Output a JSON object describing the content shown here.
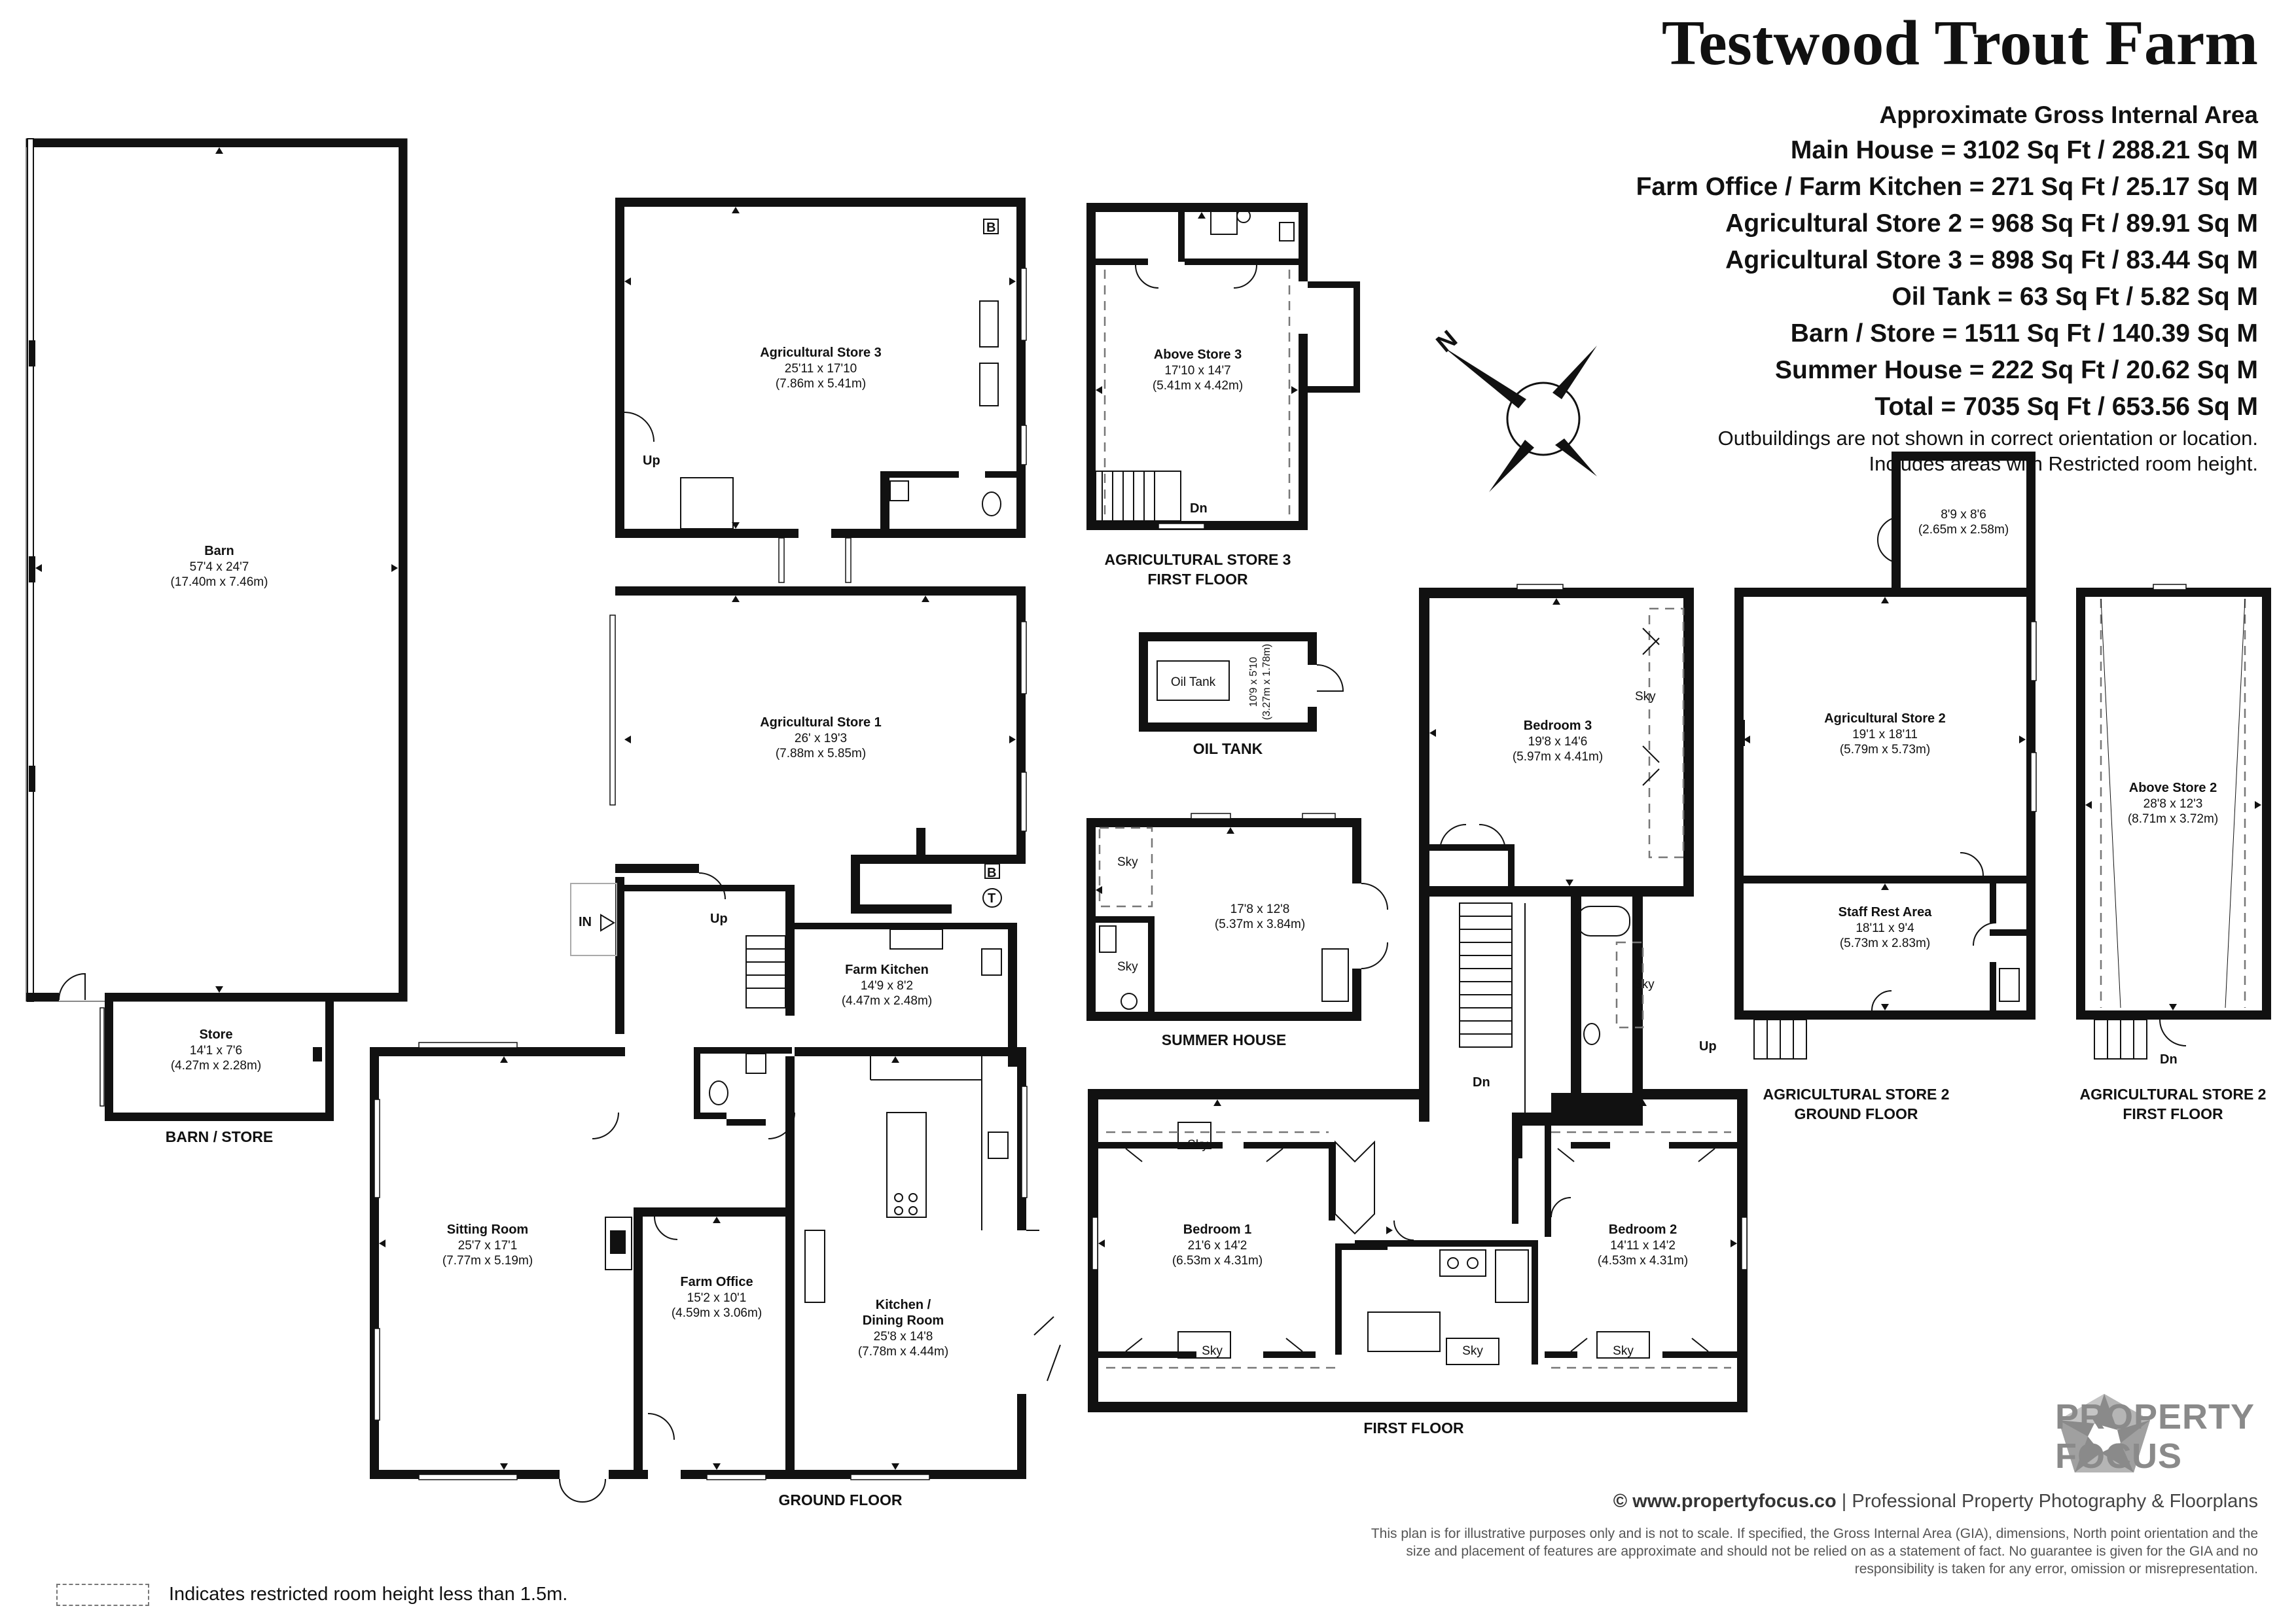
{
  "title": "Testwood Trout Farm",
  "area_heading": "Approximate Gross Internal Area",
  "areas": [
    "Main House = 3102 Sq Ft / 288.21 Sq M",
    "Farm Office / Farm Kitchen = 271 Sq Ft / 25.17 Sq M",
    "Agricultural Store 2 = 968 Sq Ft / 89.91 Sq M",
    "Agricultural Store 3 = 898 Sq Ft / 83.44 Sq M",
    "Oil Tank = 63 Sq Ft / 5.82 Sq M",
    "Barn / Store = 1511 Sq Ft / 140.39 Sq M",
    "Summer House = 222 Sq Ft / 20.62 Sq M",
    "Total = 7035 Sq Ft / 653.56 Sq M"
  ],
  "notes": [
    "Outbuildings are not shown in correct orientation or location.",
    "Includes areas with Restricted room height."
  ],
  "compass_label": "N",
  "rooms": {
    "barn": {
      "name": "Barn",
      "dim1": "57'4 x 24'7",
      "dim2": "(17.40m x 7.46m)"
    },
    "store": {
      "name": "Store",
      "dim1": "14'1 x 7'6",
      "dim2": "(4.27m x 2.28m)"
    },
    "ag3": {
      "name": "Agricultural Store 3",
      "dim1": "25'11 x 17'10",
      "dim2": "(7.86m x 5.41m)"
    },
    "above3": {
      "name": "Above Store 3",
      "dim1": "17'10 x 14'7",
      "dim2": "(5.41m x 4.42m)"
    },
    "ag1": {
      "name": "Agricultural Store 1",
      "dim1": "26' x 19'3",
      "dim2": "(7.88m x 5.85m)"
    },
    "oiltank": {
      "name": "Oil Tank",
      "dim1": "10'9 x 5'10",
      "dim2": "(3.27m x 1.78m)"
    },
    "summer": {
      "dim1": "17'8 x 12'8",
      "dim2": "(5.37m x 3.84m)"
    },
    "farmkitchen": {
      "name": "Farm Kitchen",
      "dim1": "14'9 x 8'2",
      "dim2": "(4.47m x 2.48m)"
    },
    "sitting": {
      "name": "Sitting Room",
      "dim1": "25'7 x 17'1",
      "dim2": "(7.77m x 5.19m)"
    },
    "office": {
      "name": "Farm Office",
      "dim1": "15'2 x 10'1",
      "dim2": "(4.59m x 3.06m)"
    },
    "kitchen": {
      "name1": "Kitchen /",
      "name2": "Dining Room",
      "dim1": "25'8 x 14'8",
      "dim2": "(7.78m x 4.44m)"
    },
    "bed3": {
      "name": "Bedroom 3",
      "dim1": "19'8 x 14'6",
      "dim2": "(5.97m x 4.41m)"
    },
    "bed1": {
      "name": "Bedroom 1",
      "dim1": "21'6 x 14'2",
      "dim2": "(6.53m x 4.31m)"
    },
    "bed2": {
      "name": "Bedroom 2",
      "dim1": "14'11 x 14'2",
      "dim2": "(4.53m x 4.31m)"
    },
    "ag2": {
      "name": "Agricultural Store 2",
      "dim1": "19'1 x 18'11",
      "dim2": "(5.79m x 5.73m)"
    },
    "ag2small": {
      "dim1": "8'9 x 8'6",
      "dim2": "(2.65m x 2.58m)"
    },
    "staff": {
      "name": "Staff Rest Area",
      "dim1": "18'11 x 9'4",
      "dim2": "(5.73m x 2.83m)"
    },
    "above2": {
      "name": "Above Store 2",
      "dim1": "28'8 x 12'3",
      "dim2": "(8.71m x 3.72m)"
    }
  },
  "floor_labels": {
    "barn_store": "BARN / STORE",
    "ag3_first": [
      "AGRICULTURAL STORE 3",
      "FIRST FLOOR"
    ],
    "oil_tank": "OIL TANK",
    "summer_house": "SUMMER HOUSE",
    "ground_floor": "GROUND FLOOR",
    "first_floor": "FIRST FLOOR",
    "ag2_ground": [
      "AGRICULTURAL STORE 2",
      "GROUND FLOOR"
    ],
    "ag2_first": [
      "AGRICULTURAL STORE 2",
      "FIRST FLOOR"
    ]
  },
  "markers": {
    "up": "Up",
    "dn": "Dn",
    "in": "IN",
    "sky": "Sky",
    "b": "B",
    "t": "T"
  },
  "brand": {
    "line1": "PROPERTY",
    "line2": "FOCUS",
    "color": "#8a8a8a"
  },
  "website_url": "© www.propertyfocus.co",
  "website_rest": " | Professional Property Photography & Floorplans",
  "disclaimer": "This plan is for illustrative purposes only and is not to scale. If specified, the Gross Internal Area (GIA), dimensions, North point orientation and the size and placement of features are approximate and should not be relied on as a statement of fact. No guarantee is given for the GIA and no responsibility is taken for any error, omission or misrepresentation.",
  "legend_text": "Indicates restricted room height less than 1.5m."
}
